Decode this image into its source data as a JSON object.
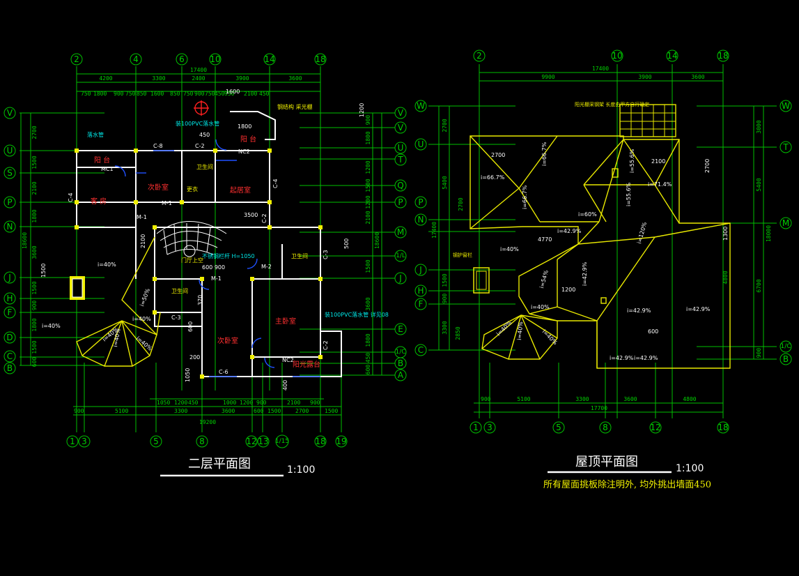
{
  "plan_left": {
    "title": "二层平面图",
    "scale": "1:100",
    "axes_top": [
      "2",
      "4",
      "6",
      "10",
      "14",
      "18"
    ],
    "axes_bottom": [
      "1",
      "3",
      "5",
      "8",
      "12",
      "13",
      "1/15",
      "18",
      "19"
    ],
    "axes_left": [
      "V",
      "U",
      "S",
      "P",
      "N",
      "J",
      "H",
      "F",
      "D",
      "C",
      "B"
    ],
    "axes_right": [
      "V",
      "V",
      "U",
      "T",
      "Q",
      "P",
      "M",
      "1/L",
      "J",
      "E",
      "1/C",
      "B",
      "A"
    ],
    "dims_top_total": "17400",
    "dims_top_row1": [
      "4200",
      "3300",
      "2400",
      "3900",
      "3600"
    ],
    "dims_top_row2": [
      "750",
      "1800",
      "900",
      "750",
      "850",
      "1600",
      "850",
      "750",
      "900",
      "750",
      "450",
      "950",
      "2100",
      "450"
    ],
    "dims_bottom_row1": [
      "1050",
      "1200",
      "450",
      "1000",
      "1200",
      "900",
      "2100",
      "900"
    ],
    "dims_bottom_row2": [
      "900",
      "5100",
      "3300",
      "3600",
      "600",
      "1500",
      "2700",
      "1500"
    ],
    "dims_bottom_total": "19200",
    "dims_left_total": "18600",
    "dims_left": [
      "2700",
      "1500",
      "2100",
      "1800",
      "3600",
      "1500",
      "900",
      "1800",
      "1500",
      "600"
    ],
    "dims_right_total": "18600",
    "dims_right": [
      "900",
      "1800",
      "1200",
      "1500",
      "1200",
      "2100",
      "1500",
      "3600",
      "1800",
      "450",
      "600"
    ],
    "rooms": [
      {
        "name": "阳 台"
      },
      {
        "name": "客 房"
      },
      {
        "name": "次卧室"
      },
      {
        "name": "卫生间"
      },
      {
        "name": "起居室"
      },
      {
        "name": "门厅上空"
      },
      {
        "name": "卫生间"
      },
      {
        "name": "卫生间"
      },
      {
        "name": "次卧室"
      },
      {
        "name": "主卧室"
      },
      {
        "name": "阳 台"
      },
      {
        "name": "阳光露台"
      }
    ],
    "labels": [
      "C-8",
      "C-2",
      "MC1",
      "C-4",
      "M-1",
      "NC2",
      "C-4",
      "C-2",
      "C-3",
      "C-3",
      "M-1",
      "C-6",
      "C-2",
      "NC2",
      "M-2",
      "M-1",
      "3500",
      "2100",
      "600 900",
      "450",
      "370",
      "1200",
      "600",
      "200",
      "1800",
      "1600",
      "500",
      "1050",
      "1500",
      "400"
    ],
    "cyan_notes": [
      "装100PVC落水管",
      "不锈钢栏杆 H=1050",
      "装100PVC落水管 详见08",
      "落水管"
    ],
    "yellow_notes": [
      "钢结构 采光棚",
      "i=40%",
      "i=40%",
      "i=40%",
      "i=40%",
      "i=40%",
      "i=50%",
      "i=40%",
      "更衣"
    ]
  },
  "plan_right": {
    "title": "屋顶平面图",
    "scale": "1:100",
    "note": "所有屋面挑板除注明外, 均外挑出墙面450",
    "axes_top": [
      "2",
      "10",
      "14",
      "18"
    ],
    "axes_bottom": [
      "1",
      "3",
      "5",
      "8",
      "12",
      "18"
    ],
    "axes_left": [
      "W",
      "U",
      "P",
      "N",
      "J",
      "H",
      "F",
      "C"
    ],
    "axes_right": [
      "W",
      "T",
      "M",
      "1/C",
      "B"
    ],
    "dims_top_total": "17400",
    "dims_top_row": [
      "9900",
      "3900",
      "3600"
    ],
    "dims_bottom_row": [
      "900",
      "5100",
      "3300",
      "3600",
      "4800"
    ],
    "dims_bottom_total": "17700",
    "dims_left_total": "17400",
    "dims_left": [
      "2700",
      "5400",
      "2700",
      "1500",
      "900",
      "3300",
      "2850"
    ],
    "dims_right": [
      "3000",
      "5400",
      "18000",
      "4800",
      "6700",
      "900"
    ],
    "slopes": [
      "i=66.7%",
      "i=66.7%",
      "i=66.7%",
      "i=55.6%",
      "i=71.4%",
      "i=55.6%",
      "i=60%",
      "i=42.9%",
      "i=120%",
      "i=40%",
      "i=42.9%",
      "i=54%",
      "i=40%",
      "i=42.9%",
      "i=42.9%",
      "i=42.9%",
      "i=42.9%",
      "i=40%",
      "i=40%",
      "i=40%"
    ],
    "inner_dims": [
      "2700",
      "2100",
      "2700",
      "4770",
      "1200",
      "600",
      "1300"
    ],
    "yellow_notes": [
      "阳光棚采钢架 长度由甲方自行确定",
      "钢护窗栏"
    ]
  },
  "colors": {
    "grid": "#00c000",
    "wall": "#ffffff",
    "roof": "#e8e800",
    "room": "#ff3030",
    "note": "#00e8e8",
    "door": "#2050ff"
  }
}
